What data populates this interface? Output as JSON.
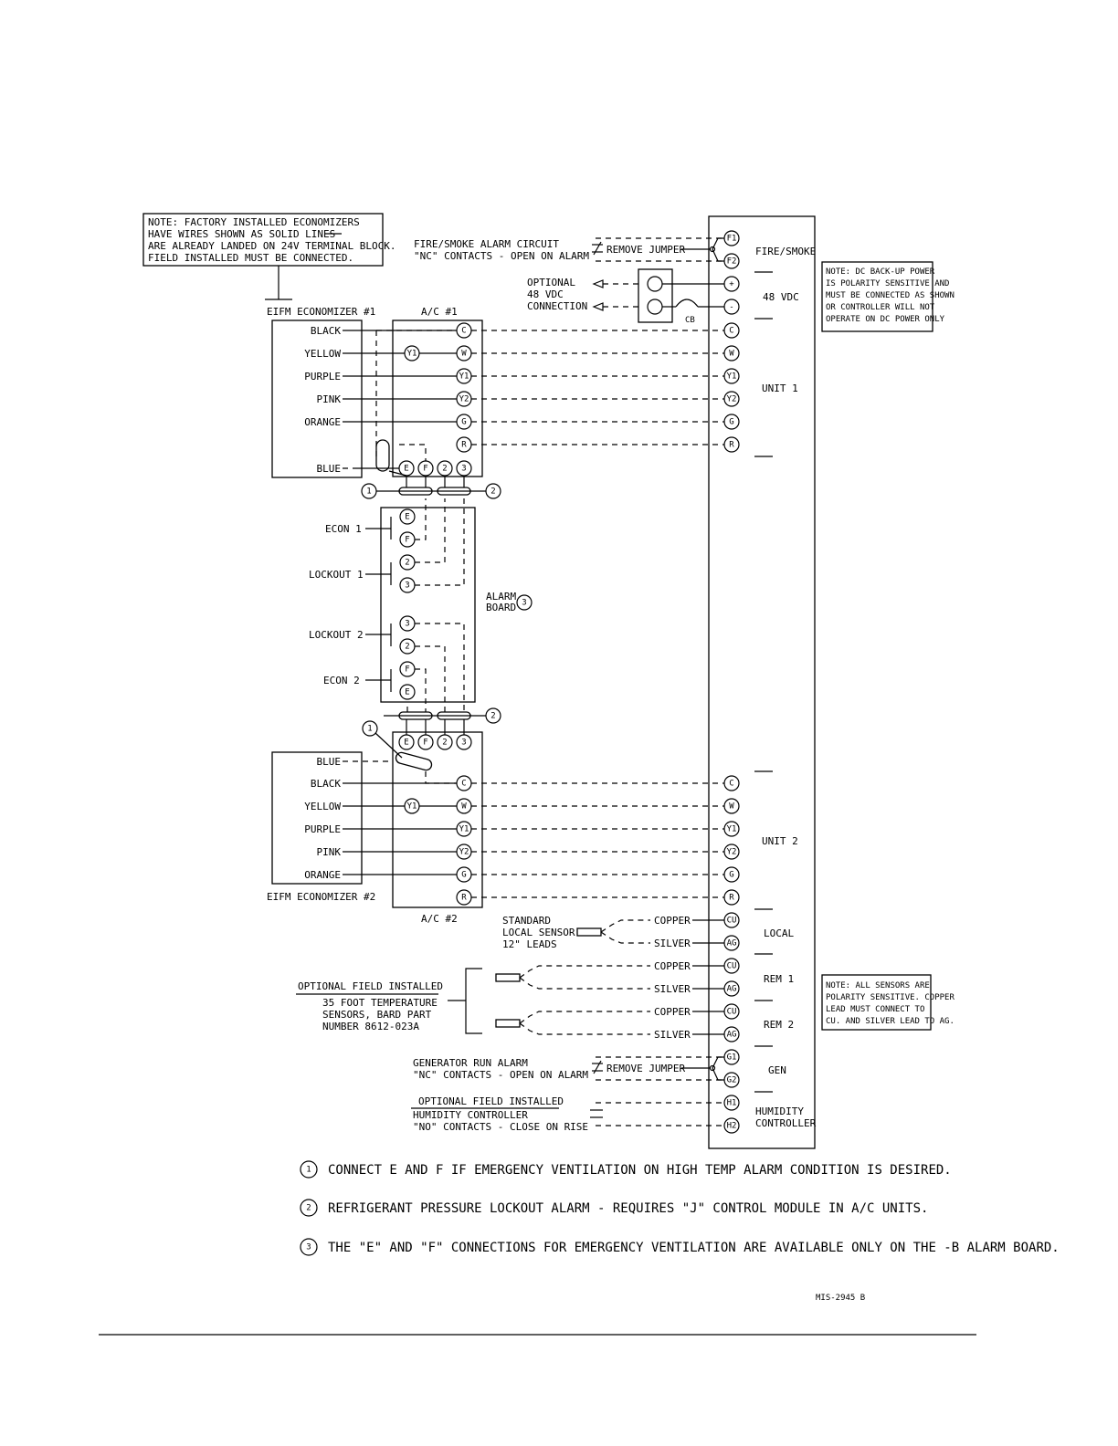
{
  "notes": {
    "top_left": [
      "NOTE: FACTORY INSTALLED ECONOMIZERS",
      "HAVE WIRES SHOWN AS SOLID LINES",
      "ARE ALREADY LANDED ON 24V TERMINAL BLOCK.",
      "FIELD INSTALLED MUST BE CONNECTED."
    ],
    "dc_backup": [
      "NOTE: DC BACK-UP POWER",
      "IS POLARITY SENSITIVE AND",
      "MUST BE CONNECTED AS SHOWN",
      "OR CONTROLLER WILL NOT",
      "OPERATE ON DC POWER ONLY"
    ],
    "sensors": [
      "NOTE: ALL SENSORS ARE",
      "POLARITY SENSITIVE. COPPER",
      "LEAD MUST CONNECT TO",
      "CU. AND SILVER LEAD TO AG."
    ]
  },
  "labels": {
    "eifm1": "EIFM ECONOMIZER #1",
    "eifm2": "EIFM ECONOMIZER #2",
    "ac1": "A/C #1",
    "ac2": "A/C #2",
    "fire_alarm": [
      "FIRE/SMOKE ALARM CIRCUIT",
      "\"NC\" CONTACTS - OPEN ON ALARM"
    ],
    "remove_jumper": "REMOVE JUMPER",
    "optional_48": [
      "OPTIONAL",
      "48 VDC",
      "CONNECTION"
    ],
    "cb": "CB",
    "alarm_board": [
      "ALARM",
      "BOARD"
    ],
    "econ1": "ECON 1",
    "lockout1": "LOCKOUT 1",
    "lockout2": "LOCKOUT 2",
    "econ2": "ECON 2",
    "standard_sensor": [
      "STANDARD",
      "LOCAL SENSOR",
      "12\" LEADS"
    ],
    "copper": "COPPER",
    "silver": "SILVER",
    "optional_field": "OPTIONAL FIELD INSTALLED",
    "temp_sensors": [
      "35 FOOT TEMPERATURE",
      "SENSORS, BARD PART",
      "NUMBER 8612-023A"
    ],
    "generator": [
      "GENERATOR RUN ALARM",
      "\"NC\" CONTACTS - OPEN ON ALARM"
    ],
    "humidity_opt": "OPTIONAL FIELD INSTALLED",
    "humidity": [
      "HUMIDITY CONTROLLER",
      "\"NO\" CONTACTS - CLOSE ON RISE"
    ],
    "doc_id": "MIS-2945 B"
  },
  "wire_colors_1": [
    "BLACK",
    "YELLOW",
    "PURPLE",
    "PINK",
    "ORANGE",
    "BLUE"
  ],
  "wire_colors_2": [
    "BLUE",
    "BLACK",
    "YELLOW",
    "PURPLE",
    "PINK",
    "ORANGE"
  ],
  "controller_sections": [
    "FIRE/SMOKE",
    "48 VDC",
    "UNIT 1",
    "UNIT 2",
    "LOCAL",
    "REM 1",
    "REM 2",
    "GEN",
    "HUMIDITY",
    "CONTROLLER"
  ],
  "terminals": {
    "unit": [
      "C",
      "W",
      "Y1",
      "Y2",
      "G",
      "R"
    ],
    "econ": [
      "E",
      "F",
      "2",
      "3"
    ],
    "fire": [
      "F1",
      "F2"
    ],
    "power": [
      "+",
      "-"
    ],
    "sensor": [
      "CU",
      "AG"
    ],
    "gen": [
      "G1",
      "G2"
    ],
    "hum": [
      "H1",
      "H2"
    ],
    "callouts": [
      "1",
      "2",
      "3"
    ]
  },
  "footnotes": [
    {
      "num": "1",
      "text": "CONNECT E AND F IF EMERGENCY VENTILATION ON HIGH TEMP ALARM CONDITION IS DESIRED."
    },
    {
      "num": "2",
      "text": "REFRIGERANT PRESSURE LOCKOUT ALARM - REQUIRES \"J\" CONTROL MODULE IN A/C UNITS."
    },
    {
      "num": "3",
      "text": "THE \"E\" AND \"F\" CONNECTIONS FOR EMERGENCY VENTILATION ARE AVAILABLE ONLY ON THE -B ALARM BOARD."
    }
  ]
}
